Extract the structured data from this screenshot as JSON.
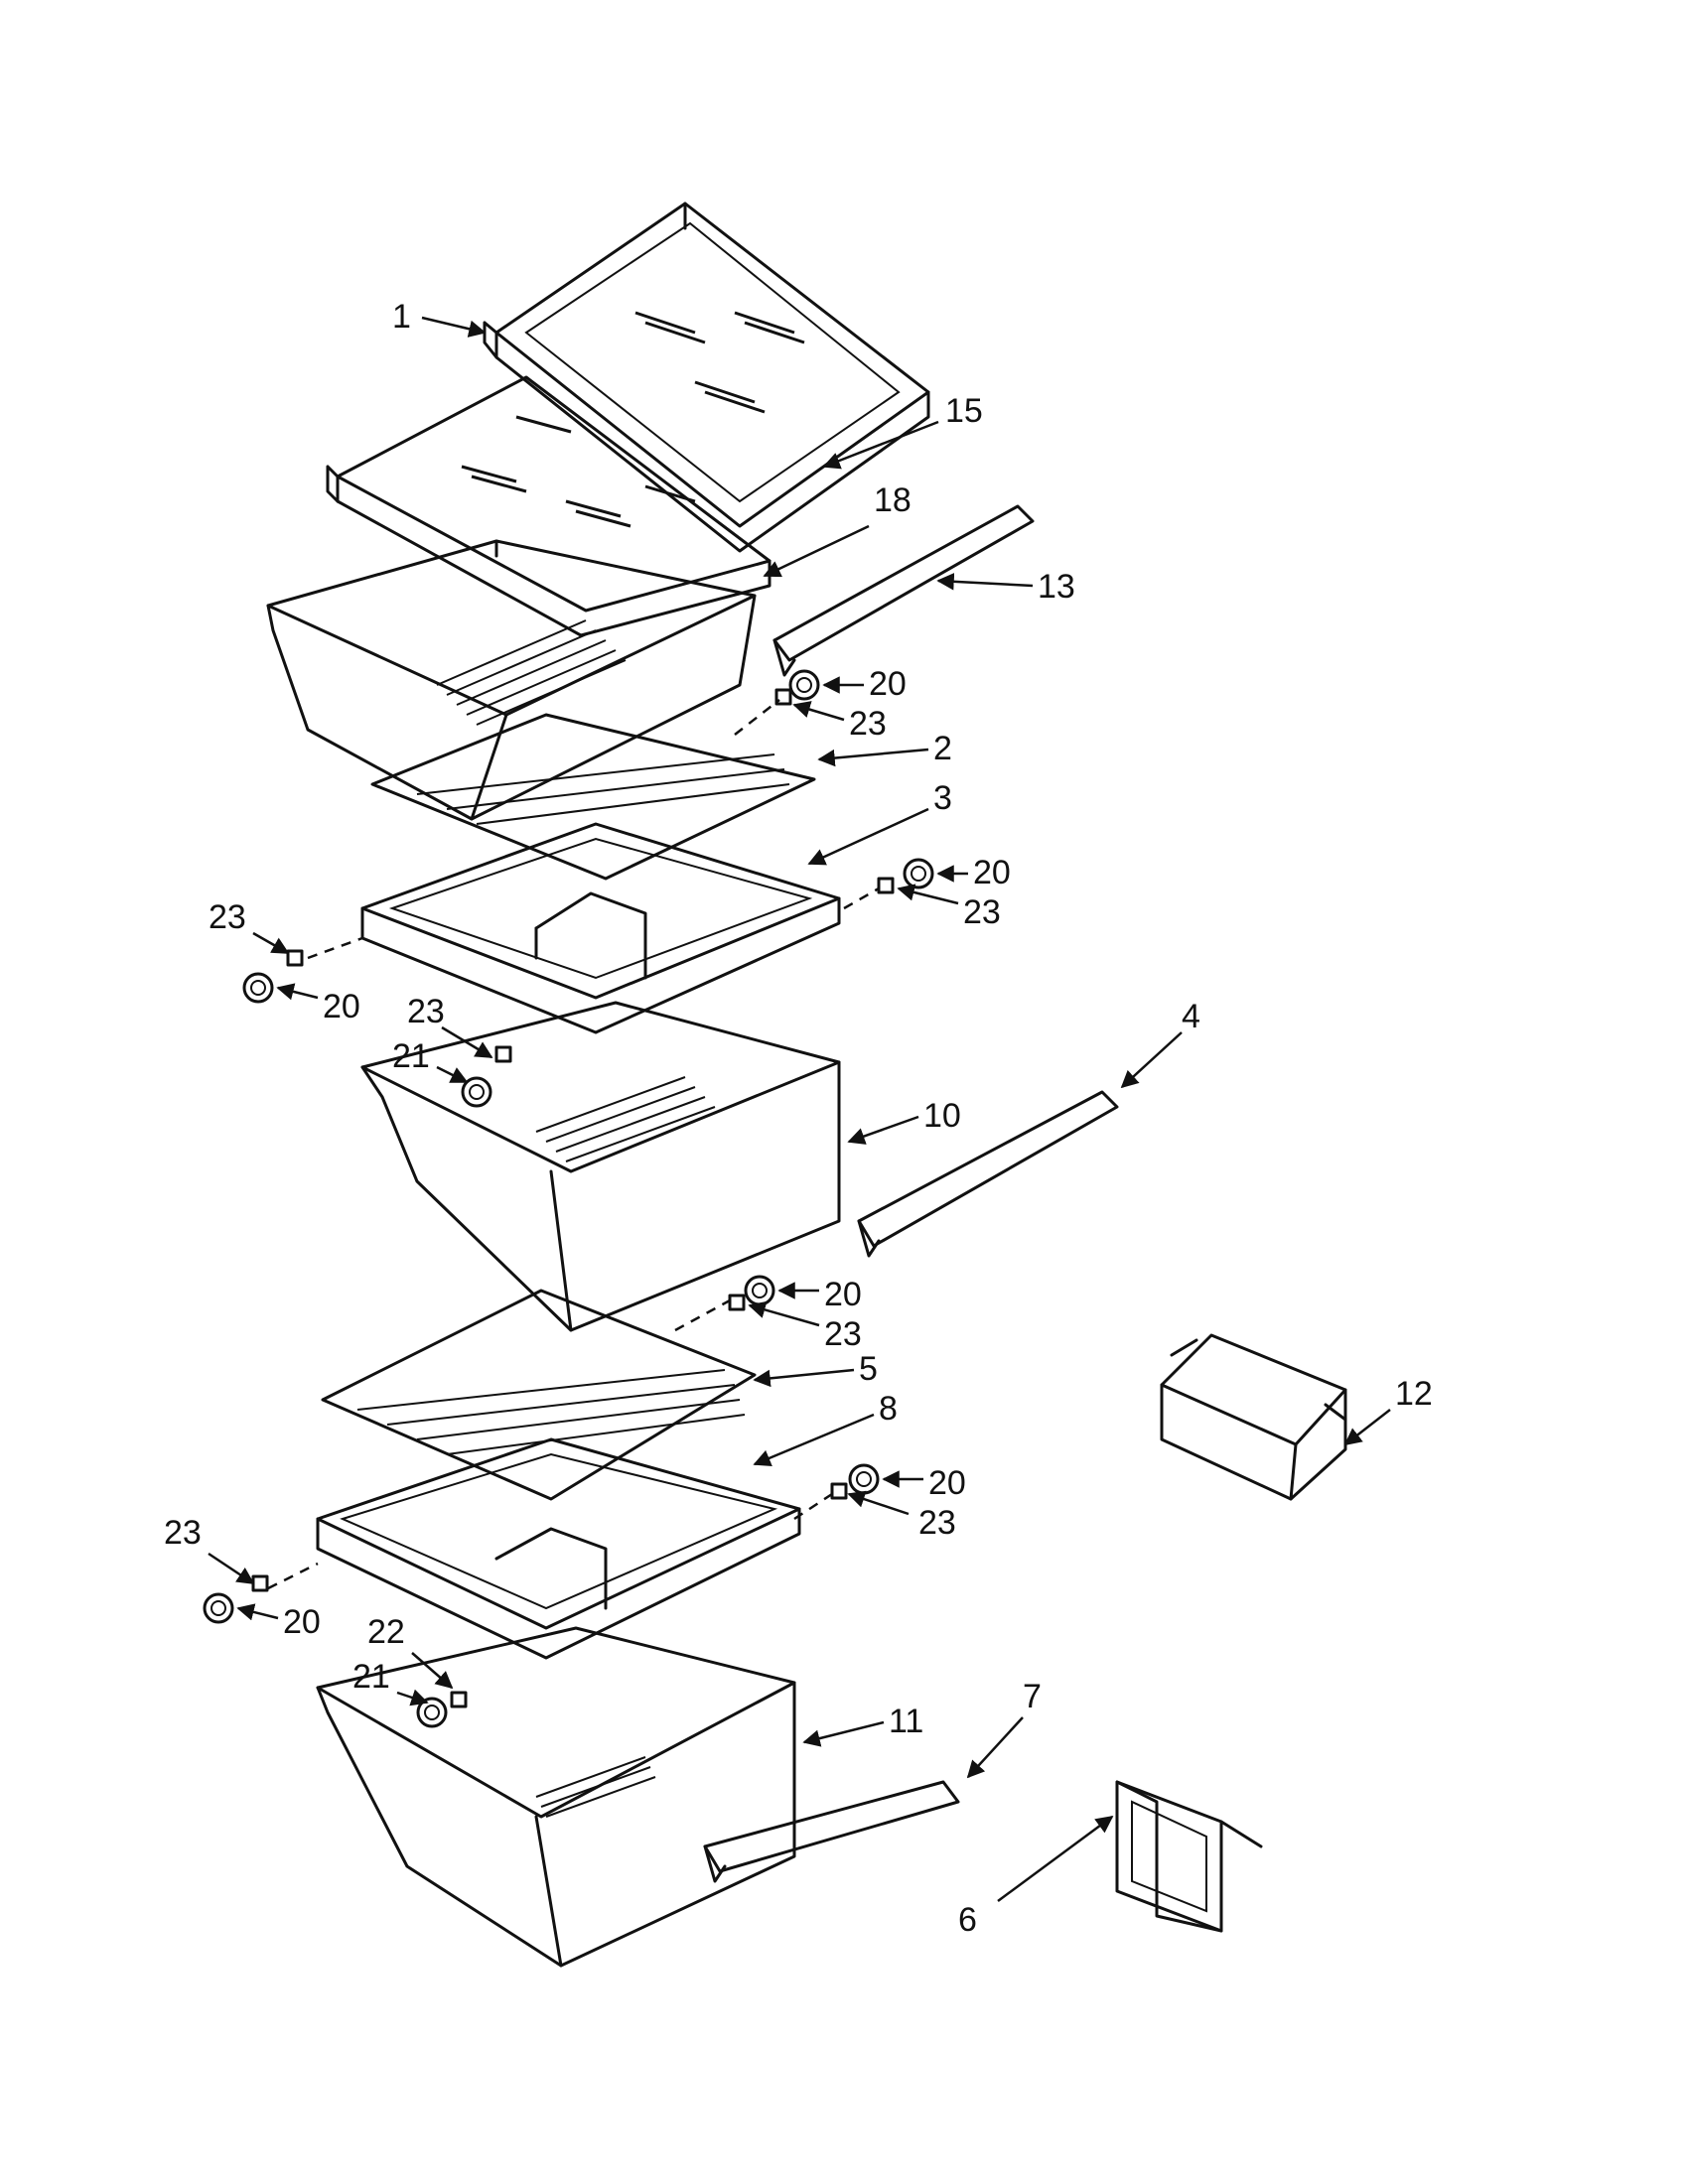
{
  "diagram": {
    "labels": {
      "l1": "1",
      "l15": "15",
      "l18": "18",
      "l13": "13",
      "l20a": "20",
      "l23a": "23",
      "l2": "2",
      "l3": "3",
      "l20b": "20",
      "l23b": "23",
      "l23c": "23",
      "l20c": "20",
      "l23d": "23",
      "l21a": "21",
      "l4": "4",
      "l10": "10",
      "l20d": "20",
      "l23e": "23",
      "l5": "5",
      "l8": "8",
      "l12": "12",
      "l20e": "20",
      "l23f": "23",
      "l23g": "23",
      "l20f": "20",
      "l22": "22",
      "l21b": "21",
      "l11": "11",
      "l7": "7",
      "l6": "6"
    }
  }
}
